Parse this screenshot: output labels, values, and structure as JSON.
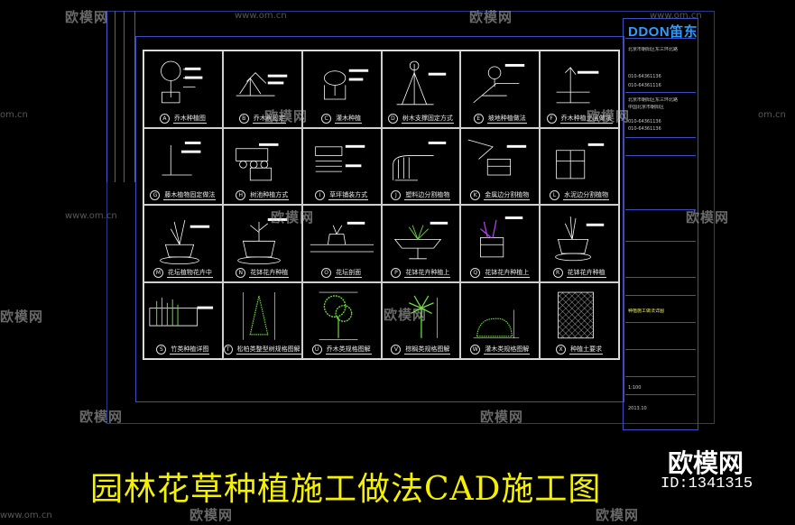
{
  "sheet": {
    "title_block": {
      "logo": "DDON笛东",
      "lines": [
        "北京市朝阳区东三环北路",
        "010-64361136",
        "010-64361116",
        "北京市朝阳区东三环北路",
        "中国北京市朝阳区",
        "010-64361136",
        "010-64361136"
      ],
      "scale_label": "1:100",
      "sheet_label": "种植施工做法详图",
      "date": "2013.10"
    },
    "details": [
      {
        "letter": "A",
        "caption": "乔木种植图"
      },
      {
        "letter": "B",
        "caption": "乔木树固定"
      },
      {
        "letter": "C",
        "caption": "灌木种植"
      },
      {
        "letter": "D",
        "caption": "树木支撑固定方式"
      },
      {
        "letter": "E",
        "caption": "坡地种植做法"
      },
      {
        "letter": "F",
        "caption": "乔木种植土层做法"
      },
      {
        "letter": "G",
        "caption": "藤木植物固定做法"
      },
      {
        "letter": "H",
        "caption": "树池种植方式"
      },
      {
        "letter": "I",
        "caption": "草坪铺装方式"
      },
      {
        "letter": "J",
        "caption": "塑料边分割植物"
      },
      {
        "letter": "K",
        "caption": "金属边分割植物"
      },
      {
        "letter": "L",
        "caption": "水泥边分割植物"
      },
      {
        "letter": "M",
        "caption": "花坛植物花卉中"
      },
      {
        "letter": "N",
        "caption": "花钵花卉种植"
      },
      {
        "letter": "O",
        "caption": "花坛剖面"
      },
      {
        "letter": "P",
        "caption": "花钵花卉种植上"
      },
      {
        "letter": "Q",
        "caption": "花钵花卉种植上"
      },
      {
        "letter": "R",
        "caption": "花钵花卉种植"
      },
      {
        "letter": "S",
        "caption": "竹类种植详图"
      },
      {
        "letter": "T",
        "caption": "松柏类整型树规格图解"
      },
      {
        "letter": "U",
        "caption": "乔木类规格图解"
      },
      {
        "letter": "V",
        "caption": "棕榈类规格图解"
      },
      {
        "letter": "W",
        "caption": "灌木类规格图解"
      },
      {
        "letter": "X",
        "caption": "种植土要求"
      }
    ]
  },
  "watermarks": {
    "brand": "欧模网",
    "url": "www.om.cn",
    "url_left": "om.cn"
  },
  "banner": {
    "title": "园林花草种植施工做法CAD施工图",
    "brand": "欧模网",
    "id": "ID:1341315"
  }
}
